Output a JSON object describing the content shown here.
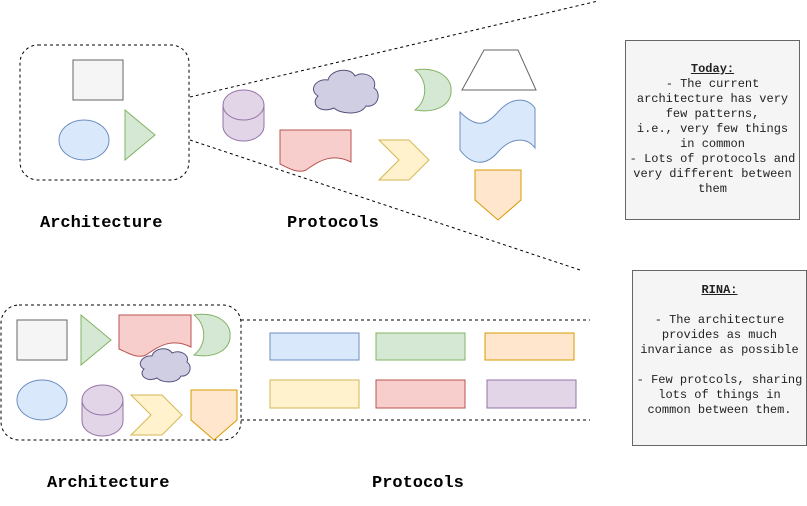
{
  "labels": {
    "top_architecture": "Architecture",
    "top_protocols": "Protocols",
    "bottom_architecture": "Architecture",
    "bottom_protocols": "Protocols"
  },
  "notes": {
    "today": {
      "title": "Today:",
      "lines": [
        "- The current architecture has very few patterns,",
        "i.e., very few things in common",
        "- Lots of protocols and very different between them"
      ]
    },
    "rina": {
      "title": "RINA:",
      "lines": [
        "",
        "- The architecture provides as much invariance as possible",
        "",
        "- Few protcols, sharing lots of things in common between them."
      ]
    }
  },
  "colors": {
    "blue_fill": "#dae8fc",
    "blue_stroke": "#6c8ebf",
    "green_fill": "#d5e8d4",
    "green_stroke": "#82b366",
    "purple_fill": "#e1d5e7",
    "purple_stroke": "#9673a6",
    "red_fill": "#f8cecc",
    "red_stroke": "#b85450",
    "yellow_fill": "#fff2cc",
    "yellow_stroke": "#d6b656",
    "orange_fill": "#ffe6cc",
    "orange_stroke": "#d79b00",
    "lavender_fill": "#d0cee2",
    "lavender_stroke": "#56517e",
    "gray_fill": "#f5f5f5",
    "gray_stroke": "#666666"
  },
  "shapes": [
    "square",
    "ellipse",
    "triangle",
    "cylinder",
    "cloud",
    "document",
    "step-arrow",
    "crescent",
    "trapezoid",
    "tape",
    "offpage-pentagon",
    "rectangle"
  ]
}
